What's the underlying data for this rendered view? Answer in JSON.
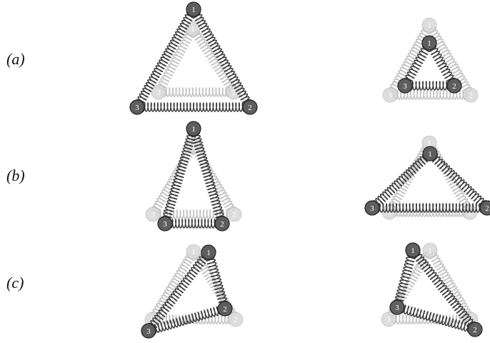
{
  "rows": [
    {
      "label": "(a)",
      "panels": [
        {
          "ghost": {
            "1": [
              270,
              40
            ],
            "2": [
              327,
              129
            ],
            "3": [
              222,
              129
            ]
          },
          "main": {
            "1": [
              271,
              13
            ],
            "2": [
              350,
              150
            ],
            "3": [
              192,
              150
            ]
          }
        },
        {
          "ghost": {
            "1": [
              601,
              35
            ],
            "2": [
              659,
              133
            ],
            "3": [
              546,
              133
            ]
          },
          "main": {
            "1": [
              601,
              60
            ],
            "2": [
              636,
              120
            ],
            "3": [
              567,
              120
            ]
          }
        }
      ]
    },
    {
      "label": "(b)",
      "panels": [
        {
          "ghost": {
            "1": [
              271,
              204
            ],
            "2": [
              328,
              300
            ],
            "3": [
              214,
              300
            ]
          },
          "main": {
            "1": [
              271,
              180
            ],
            "2": [
              311,
              313
            ],
            "3": [
              231,
              313
            ]
          }
        },
        {
          "ghost": {
            "1": [
              601,
              200
            ],
            "2": [
              658,
              297
            ],
            "3": [
              545,
              297
            ]
          },
          "main": {
            "1": [
              602,
              215
            ],
            "2": [
              682,
              291
            ],
            "3": [
              521,
              291
            ]
          }
        }
      ]
    },
    {
      "label": "(c)",
      "panels": [
        {
          "ghost": {
            "1": [
              271,
              352
            ],
            "2": [
              330,
              447
            ],
            "3": [
              213,
              447
            ]
          },
          "main": {
            "1": [
              292,
              353
            ],
            "2": [
              315,
              432
            ],
            "3": [
              208,
              463
            ]
          }
        },
        {
          "ghost": {
            "1": [
              602,
              350
            ],
            "2": [
              659,
              447
            ],
            "3": [
              544,
              447
            ]
          },
          "main": {
            "1": [
              578,
              350
            ],
            "2": [
              665,
              461
            ],
            "3": [
              556,
              430
            ]
          }
        }
      ]
    }
  ],
  "colors": {
    "spring_dark": "#3d3d3d",
    "spring_ghost": "#c4c4c4",
    "bead_dark": "#5e5e5e",
    "bead_ghost": "#d8d8d8",
    "bead_stroke": "#222222"
  }
}
